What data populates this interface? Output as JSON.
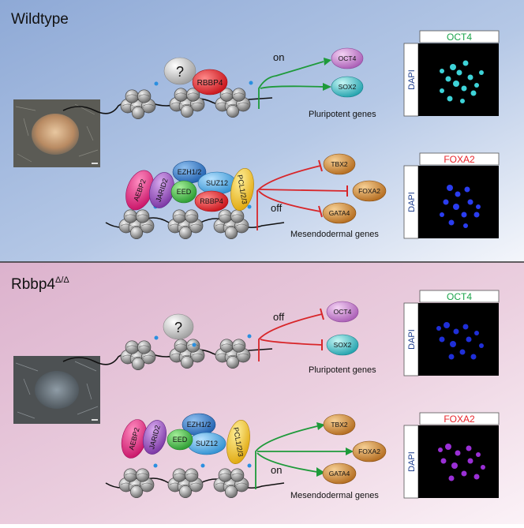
{
  "panels": {
    "top": {
      "title": "Wildtype",
      "unknown_mark": "?",
      "pluripotent": {
        "state": "on",
        "genes": [
          "OCT4",
          "SOX2"
        ],
        "label": "Pluripotent genes"
      },
      "mesendodermal": {
        "state": "off",
        "genes": [
          "TBX2",
          "FOXA2",
          "GATA4"
        ],
        "label": "Mesendodermal genes"
      },
      "complex_upper": [
        "RBBP4"
      ],
      "complex_lower": [
        "AEBP2",
        "JARID2",
        "EZH1/2",
        "EED",
        "SUZ12",
        "RBBP4",
        "PCL1/2/3"
      ],
      "image_top": {
        "stain": "OCT4",
        "counterstain": "DAPI"
      },
      "image_bottom": {
        "stain": "FOXA2",
        "counterstain": "DAPI"
      }
    },
    "bottom": {
      "title": "Rbbp4",
      "title_superscript": "Δ/Δ",
      "unknown_mark": "?",
      "pluripotent": {
        "state": "off",
        "genes": [
          "OCT4",
          "SOX2"
        ],
        "label": "Pluripotent genes"
      },
      "mesendodermal": {
        "state": "on",
        "genes": [
          "TBX2",
          "FOXA2",
          "GATA4"
        ],
        "label": "Mesendodermal genes"
      },
      "complex_lower": [
        "AEBP2",
        "JARID2",
        "EZH1/2",
        "EED",
        "SUZ12",
        "PCL1/2/3"
      ],
      "image_top": {
        "stain": "OCT4",
        "counterstain": "DAPI"
      },
      "image_bottom": {
        "stain": "FOXA2",
        "counterstain": "DAPI"
      }
    }
  },
  "colors": {
    "activate": "#1e9a3a",
    "repress": "#d8262a",
    "oct4_label": "#1aa34a",
    "foxa2_label": "#e8232a",
    "protein_oct4": "#c06bc8",
    "protein_sox2": "#2fb6c0",
    "protein_mes": "#c07a2a",
    "rbbp4": "#e0262c",
    "ezh": "#2a6fbf",
    "eed": "#3aae3a",
    "suz12": "#3a9ad9",
    "aebp2": "#e0287a",
    "jarid2": "#8e4ab5",
    "pcl": "#f2c21f"
  }
}
